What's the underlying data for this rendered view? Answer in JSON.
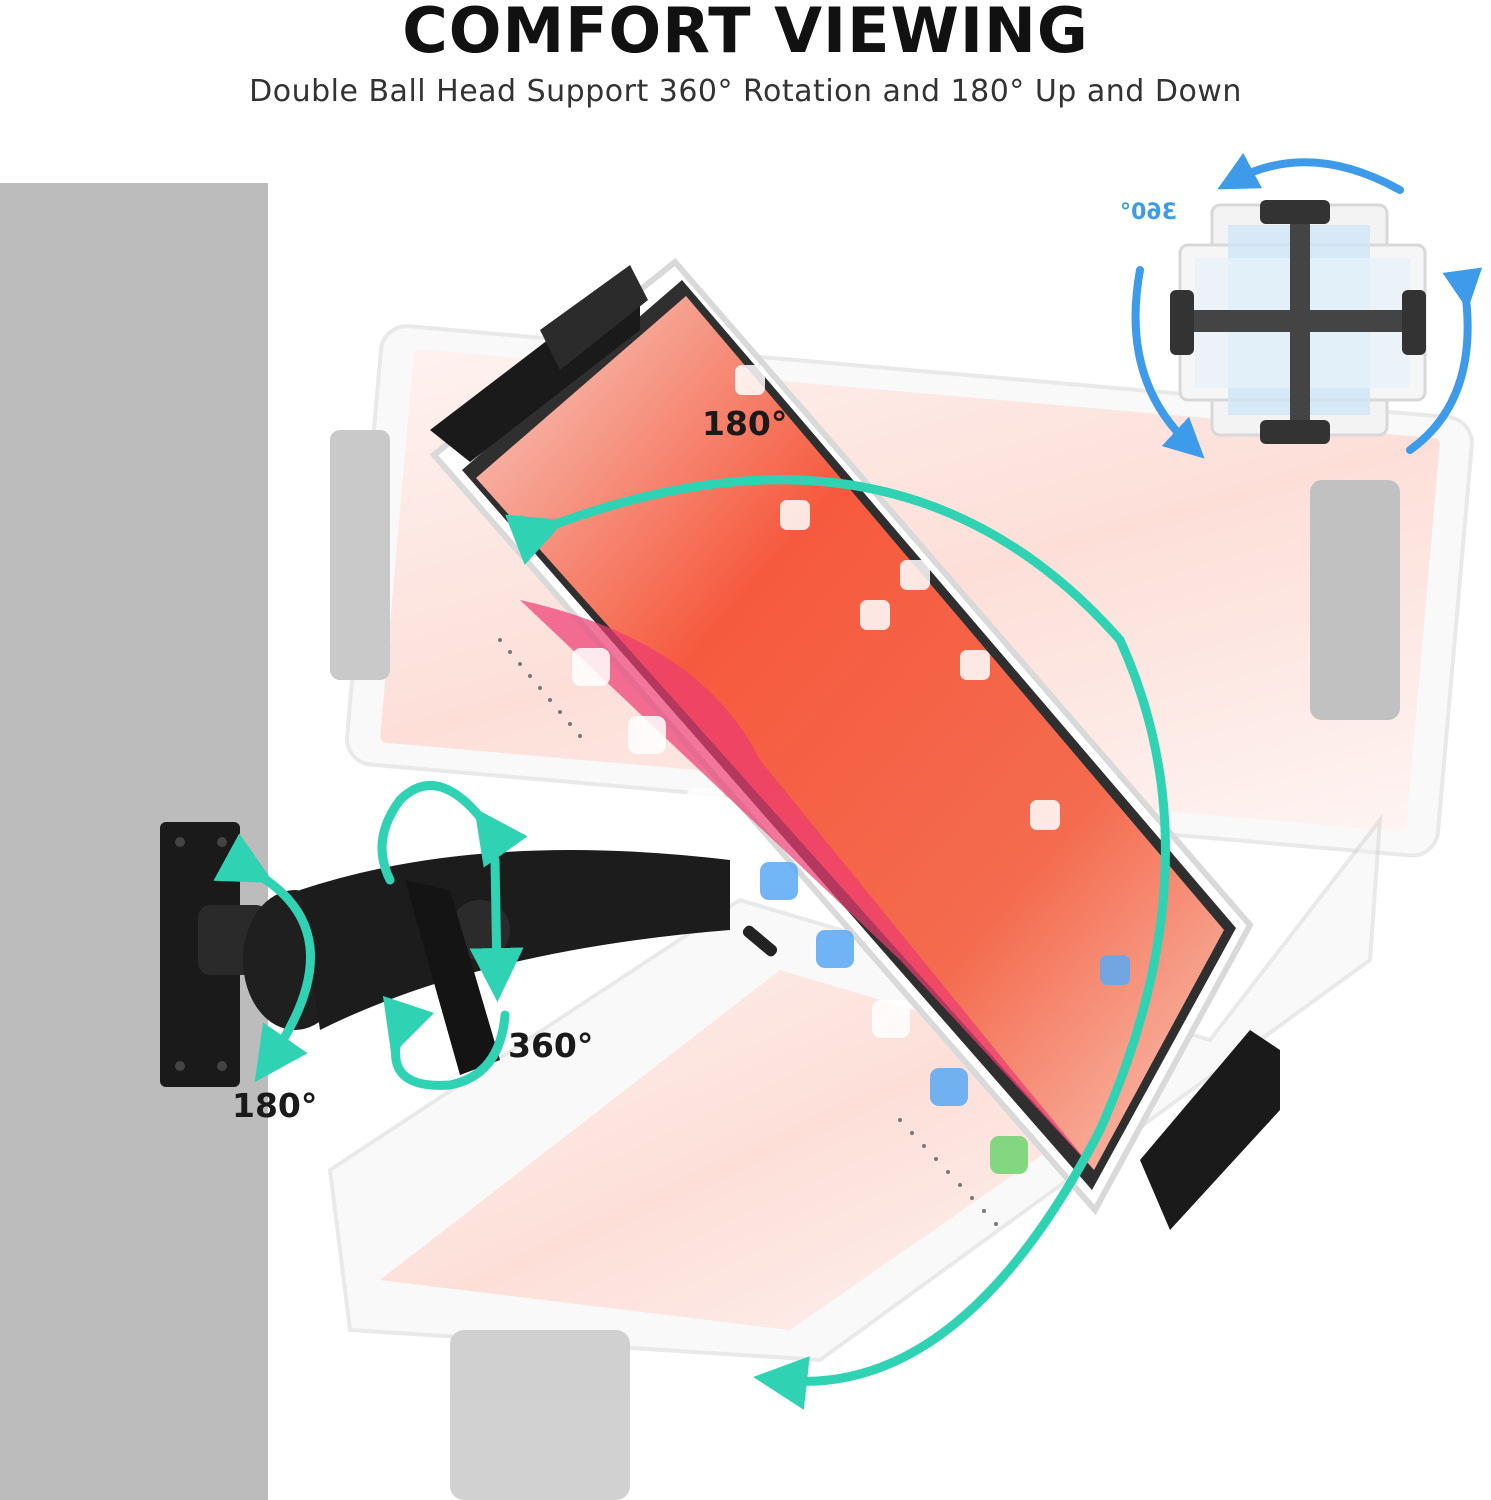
{
  "header": {
    "title": "COMFORT VIEWING",
    "subtitle": "Double Ball Head Support 360°  Rotation and 180° Up and Down"
  },
  "annotations": {
    "top_rotation": "180°",
    "swivel_rotation": "360°",
    "base_rotation": "180°",
    "inset_rotation": "360°"
  },
  "colors": {
    "arrow_teal": "#2fd3b4",
    "inset_blue": "#3d9be9",
    "wall_gray": "#bcbcbc",
    "screen_red": "#f4523c"
  }
}
